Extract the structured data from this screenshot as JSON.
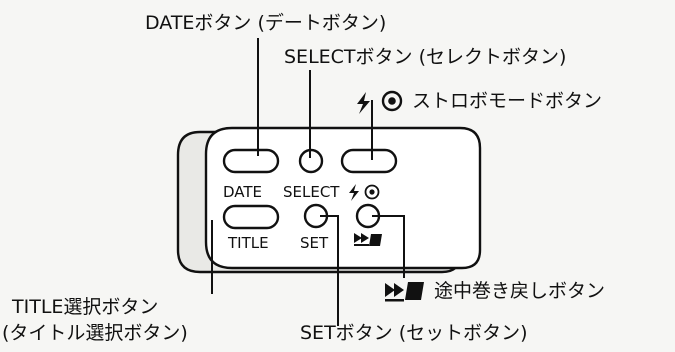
{
  "labels": {
    "date_button": "DATEボタン (デートボタン)",
    "select_button": "SELECTボタン (セレクトボタン)",
    "strobe_mode_button": "ストロボモードボタン",
    "rewind_button": "途中巻き戻しボタン",
    "title_button_line1": "TITLE選択ボタン",
    "title_button_line2": "(タイトル選択ボタン)",
    "set_button": "SETボタン (セットボタン)"
  },
  "panel": {
    "date": "DATE",
    "select": "SELECT",
    "title": "TITLE",
    "set": "SET"
  },
  "icons": [
    "flash-icon",
    "red-eye-icon",
    "rewind-icon"
  ],
  "colors": {
    "ink": "#111111",
    "panel": "#ffffff",
    "background": "#f6f6f4"
  }
}
